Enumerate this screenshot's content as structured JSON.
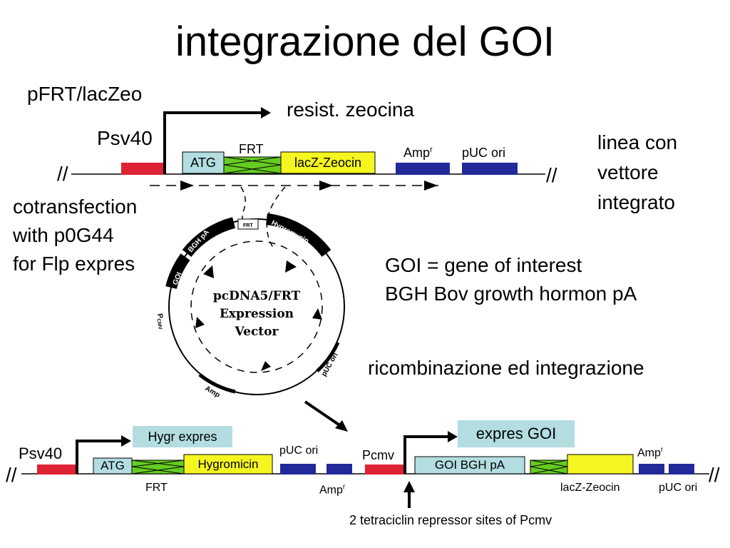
{
  "title": "integrazione del GOI",
  "top": {
    "plasmid_label": "pFRT/lacZeo",
    "promoter_label": "Psv40",
    "arrow_label": "resist. zeocina",
    "atg": "ATG",
    "frt": "FRT",
    "lacz_zeocin": "lacZ-Zeocin",
    "amp": "Amp",
    "amp_sup": "r",
    "puc": "pUC ori",
    "break_left": "//",
    "break_right": "//"
  },
  "right_note": {
    "line1": "linea con",
    "line2": "vettore",
    "line3": "integrato"
  },
  "cotransfection": {
    "line1": "cotransfection",
    "line2": "with  p0G44",
    "line3": "for Flp expres"
  },
  "definitions": {
    "goi": "GOI = gene of interest",
    "bgh": "BGH Bov growth hormon pA"
  },
  "recombination": "ricombinazione ed integrazione",
  "vector": {
    "name1": "pcDNA5/FRT",
    "name2": "Expression",
    "name3": "Vector",
    "bgh_pa": "BGH pA",
    "frt": "FRT",
    "hygromycin": "Hygromycin",
    "goi": "GOI",
    "pcmv": "P",
    "pcmv_sub": "CMV",
    "amp": "Amp",
    "puc_ori": "pUC ori"
  },
  "bottom": {
    "promoter_label": "Psv40",
    "hygr_expres": "Hygr expres",
    "atg": "ATG",
    "hygromicin": "Hygromicin",
    "frt": "FRT",
    "puc1": "pUC ori",
    "amp1": "Amp",
    "amp1_sup": "r",
    "pcmv": "Pcmv",
    "expres_goi": "expres GOI",
    "goi_bgh": "GOI BGH pA",
    "amp2": "Amp",
    "amp2_sup": "r",
    "lacz_zeocin": "lacZ-Zeocin",
    "puc2": "pUC ori",
    "tet_sites": "2 tetraciclin repressor sites of Pcmv",
    "break_left": "//",
    "break_right": "//"
  },
  "colors": {
    "red": "#dd2233",
    "navy": "#222a99",
    "green": "#66cc22",
    "yellow": "#f5f520",
    "lightblue": "#b3dde0"
  }
}
